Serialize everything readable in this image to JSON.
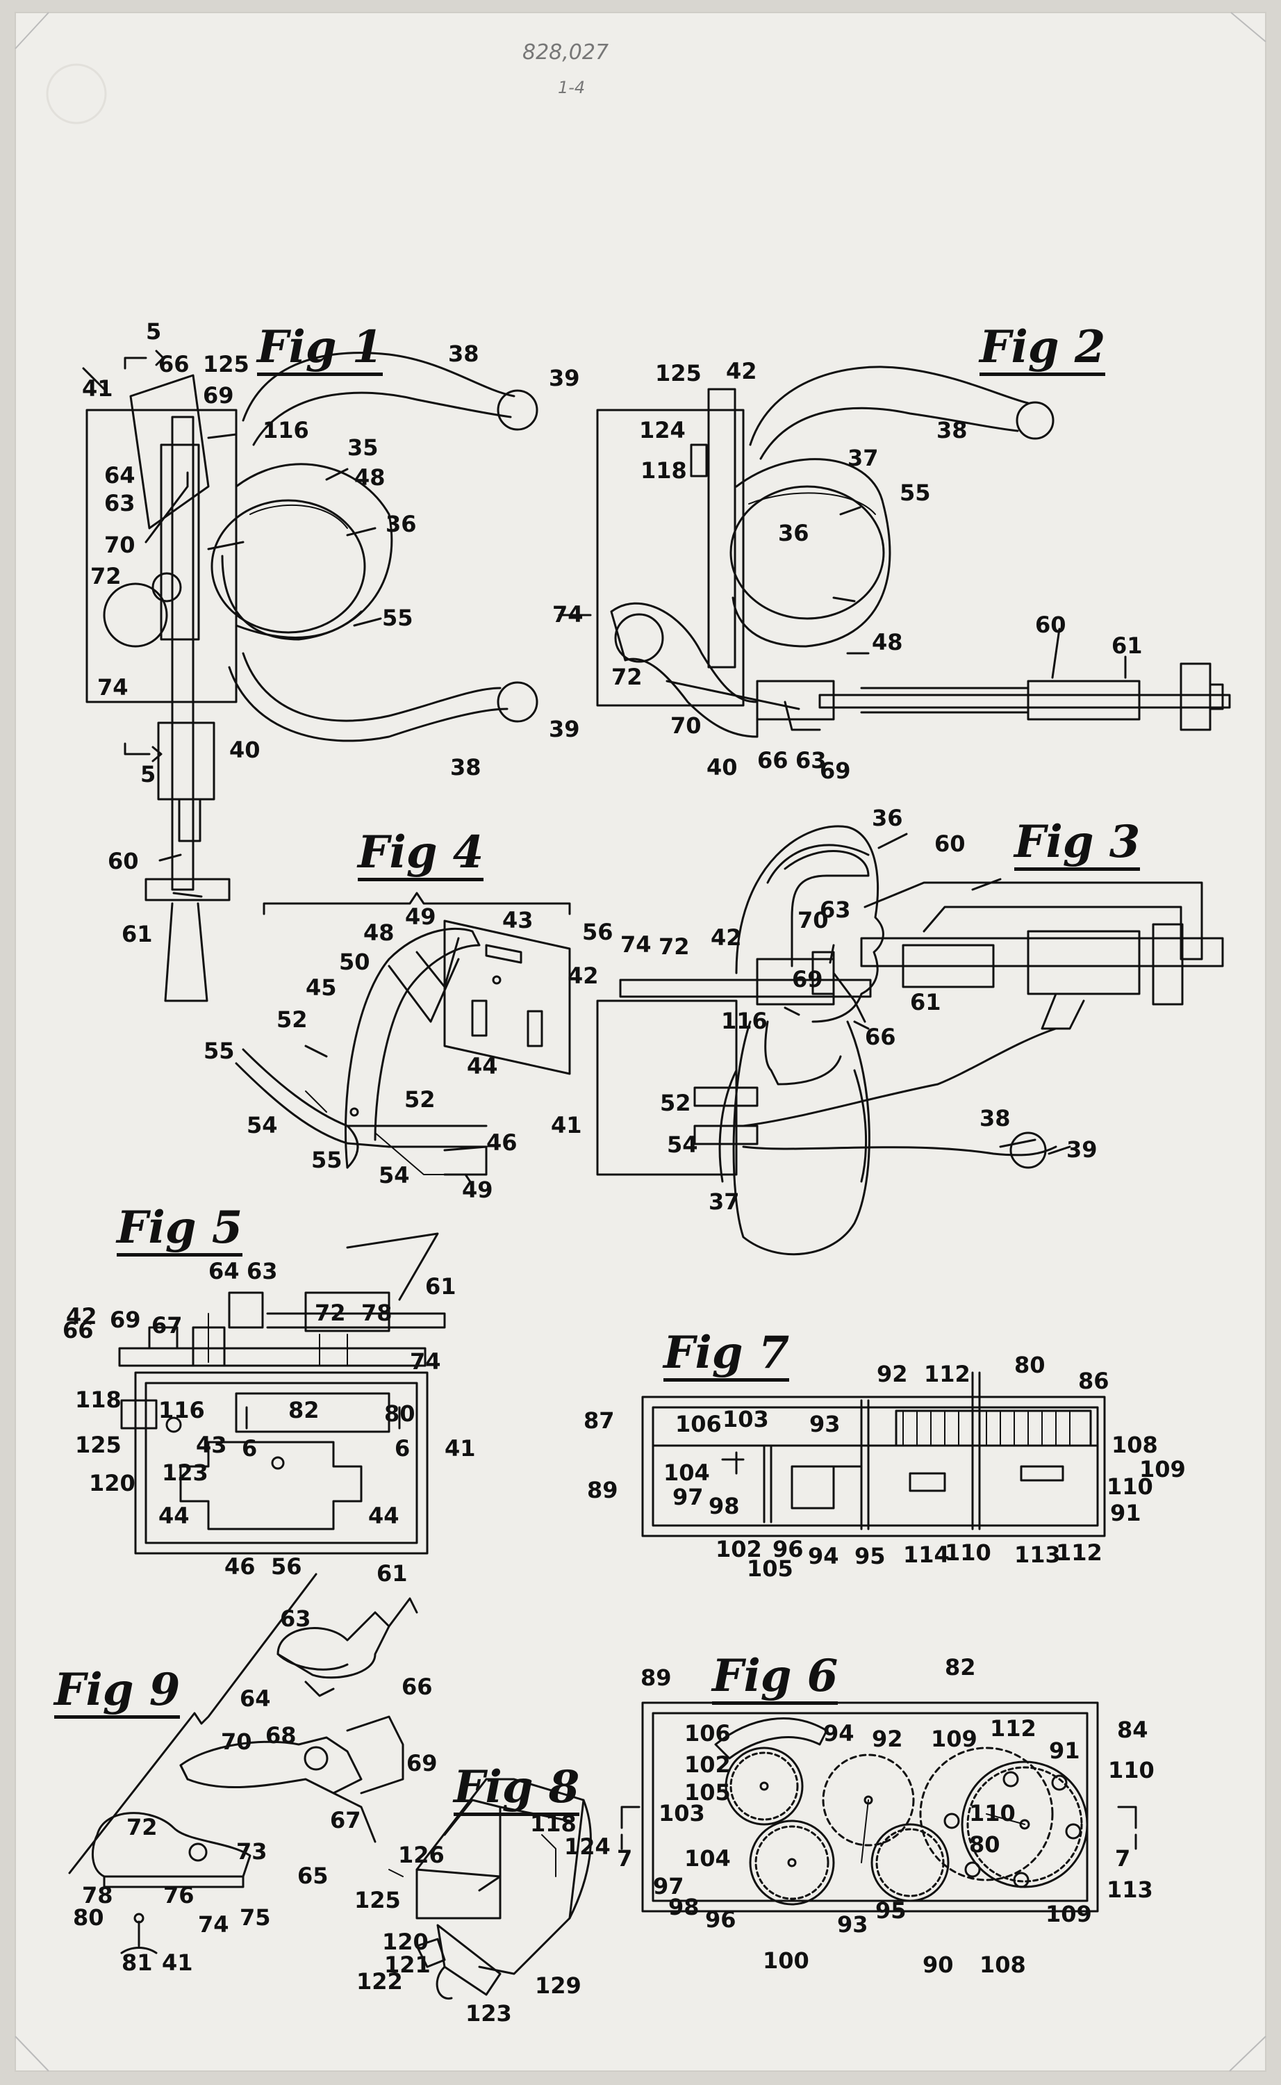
{
  "header": {
    "patent_no": "828,027",
    "sheet": "1-4"
  },
  "figures": {
    "fig1": {
      "label": "Fig 1"
    },
    "fig2": {
      "label": "Fig 2"
    },
    "fig3": {
      "label": "Fig 3"
    },
    "fig4": {
      "label": "Fig 4"
    },
    "fig5": {
      "label": "Fig 5"
    },
    "fig6": {
      "label": "Fig 6"
    },
    "fig7": {
      "label": "Fig 7"
    },
    "fig8": {
      "label": "Fig 8"
    },
    "fig9": {
      "label": "Fig 9"
    }
  },
  "labels": {
    "f1": [
      "5",
      "66",
      "125",
      "69",
      "38",
      "39",
      "41",
      "116",
      "35",
      "64",
      "48",
      "63",
      "36",
      "70",
      "72",
      "55",
      "74",
      "40",
      "39",
      "5",
      "38",
      "60",
      "61"
    ],
    "f2": [
      "125",
      "42",
      "124",
      "118",
      "37",
      "38",
      "55",
      "36",
      "74",
      "48",
      "60",
      "61",
      "72",
      "70",
      "40",
      "66",
      "63",
      "69"
    ],
    "f3": [
      "36",
      "60",
      "70",
      "63",
      "42",
      "74",
      "72",
      "69",
      "116",
      "66",
      "61",
      "52",
      "41",
      "54",
      "37",
      "38",
      "39"
    ],
    "f4": [
      "49",
      "48",
      "43",
      "56",
      "50",
      "42",
      "45",
      "52",
      "55",
      "44",
      "52",
      "54",
      "46",
      "55",
      "54",
      "49"
    ],
    "f5": [
      "63",
      "64",
      "61",
      "69",
      "67",
      "72",
      "78",
      "42",
      "66",
      "74",
      "118",
      "116",
      "82",
      "80",
      "125",
      "43",
      "6",
      "6",
      "120",
      "123",
      "41",
      "44",
      "44",
      "46",
      "56"
    ],
    "f7": [
      "80",
      "92",
      "112",
      "86",
      "87",
      "106",
      "103",
      "93",
      "108",
      "104",
      "109",
      "89",
      "97",
      "98",
      "110",
      "91",
      "102",
      "96",
      "94",
      "95",
      "114",
      "110",
      "113",
      "112",
      "105"
    ],
    "f6": [
      "82",
      "89",
      "106",
      "94",
      "92",
      "109",
      "112",
      "84",
      "91",
      "102",
      "110",
      "103",
      "105",
      "110",
      "80",
      "104",
      "97",
      "98",
      "96",
      "93",
      "95",
      "109",
      "113",
      "100",
      "90",
      "108",
      "7",
      "7"
    ],
    "f8": [
      "118",
      "124",
      "126",
      "125",
      "120",
      "121",
      "122",
      "123",
      "129"
    ],
    "f9": [
      "61",
      "63",
      "64",
      "66",
      "68",
      "69",
      "70",
      "67",
      "72",
      "73",
      "65",
      "78",
      "76",
      "74",
      "75",
      "80",
      "81",
      "41"
    ]
  }
}
